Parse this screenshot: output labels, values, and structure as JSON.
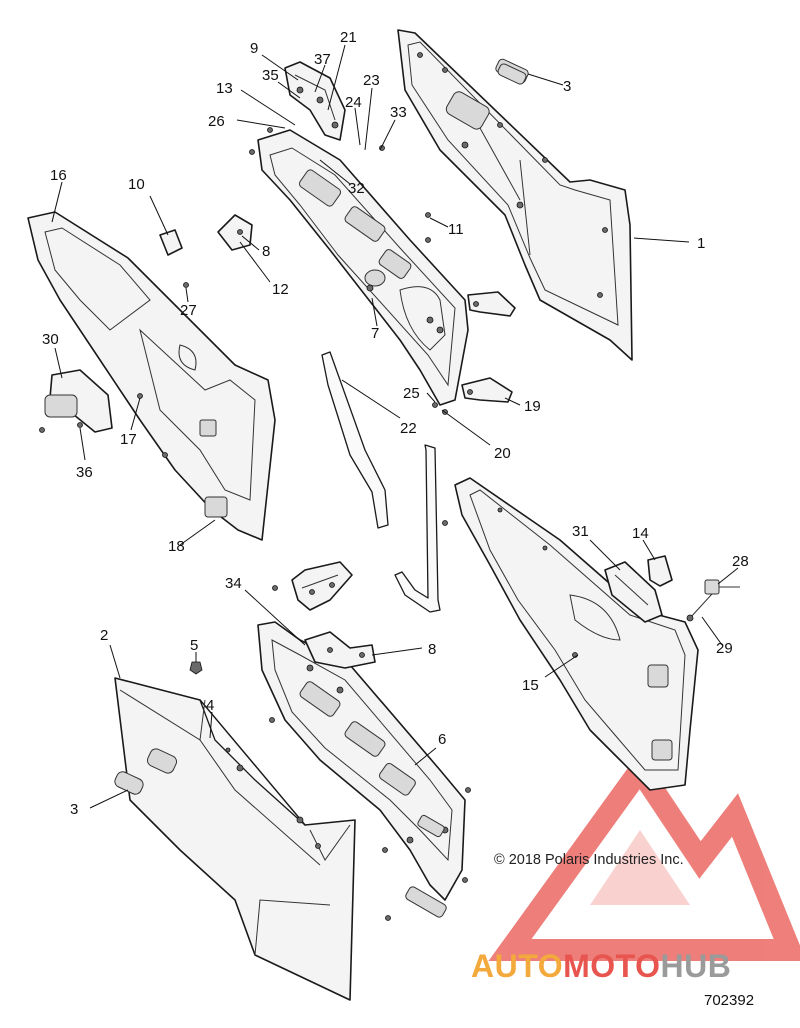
{
  "callouts": {
    "c1": "1",
    "c2": "2",
    "c3a": "3",
    "c3b": "3",
    "c4": "4",
    "c5": "5",
    "c6": "6",
    "c7": "7",
    "c8a": "8",
    "c8b": "8",
    "c9": "9",
    "c10": "10",
    "c11": "11",
    "c12": "12",
    "c13": "13",
    "c14": "14",
    "c15": "15",
    "c16": "16",
    "c17": "17",
    "c18": "18",
    "c19": "19",
    "c20": "20",
    "c21": "21",
    "c22": "22",
    "c23": "23",
    "c24": "24",
    "c25": "25",
    "c26": "26",
    "c27": "27",
    "c28": "28",
    "c29": "29",
    "c30": "30",
    "c31": "31",
    "c32": "32",
    "c33": "33",
    "c34": "34",
    "c35": "35",
    "c36": "36",
    "c37": "37"
  },
  "copyright": "© 2018 Polaris Industries Inc.",
  "watermark": {
    "part1": "AUTO",
    "part2": "MOTO",
    "part3": "HUB"
  },
  "reference_number": "702392",
  "colors": {
    "watermark_red": "#e8544e",
    "watermark_orange": "#f4a93c",
    "watermark_gray": "#9a9a9a"
  }
}
